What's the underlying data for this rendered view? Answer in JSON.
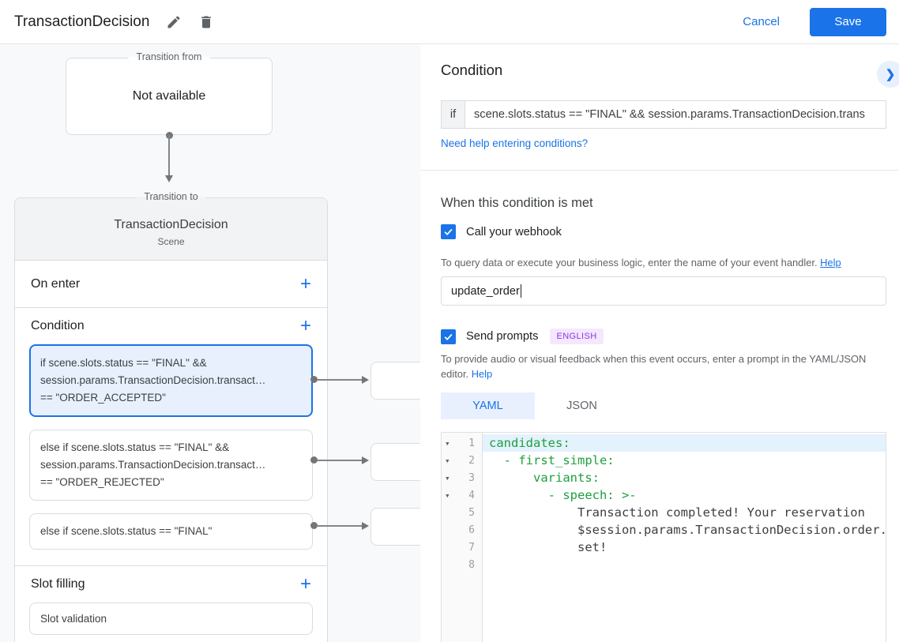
{
  "app": {
    "title": "TransactionDecision",
    "cancel": "Cancel",
    "save": "Save"
  },
  "icons": {
    "add": "+",
    "chevron_right": "❯",
    "fold": "▾"
  },
  "diagram": {
    "transition_from": {
      "legend": "Transition from",
      "content": "Not available"
    },
    "scene": {
      "legend": "Transition to",
      "title": "TransactionDecision",
      "subtitle": "Scene",
      "on_enter_label": "On enter",
      "condition_label": "Condition",
      "conditions": [
        {
          "lines": [
            "if scene.slots.status == \"FINAL\" &&",
            "session.params.TransactionDecision.transact…",
            "== \"ORDER_ACCEPTED\""
          ]
        },
        {
          "lines": [
            "else if scene.slots.status == \"FINAL\" &&",
            "session.params.TransactionDecision.transact…",
            "== \"ORDER_REJECTED\""
          ]
        },
        {
          "lines": [
            "else if scene.slots.status == \"FINAL\""
          ]
        }
      ],
      "slot_filling_label": "Slot filling",
      "slot_item": "Slot validation"
    }
  },
  "panel": {
    "condition_heading": "Condition",
    "if_label": "if",
    "condition_expression": "scene.slots.status == \"FINAL\" && session.params.TransactionDecision.trans",
    "conditions_help": "Need help entering conditions?",
    "when_met_heading": "When this condition is met",
    "webhook": {
      "label": "Call your webhook",
      "checked": true,
      "helper": "To query data or execute your business logic, enter the name of your event handler. ",
      "helper_link": "Help",
      "value": "update_order"
    },
    "prompts": {
      "label": "Send prompts",
      "checked": true,
      "language_badge": "ENGLISH",
      "helper": "To provide audio or visual feedback when this event occurs, enter a prompt in the YAML/JSON editor. ",
      "helper_link": "Help"
    },
    "tabs": {
      "yaml": "YAML",
      "json": "JSON",
      "active": "YAML"
    },
    "editor": {
      "lines": [
        {
          "num": "1",
          "text": "candidates:"
        },
        {
          "num": "2",
          "text": "  - first_simple:"
        },
        {
          "num": "3",
          "text": "      variants:"
        },
        {
          "num": "4",
          "text": "        - speech: >-"
        },
        {
          "num": "5",
          "text": "            Transaction completed! Your reservation"
        },
        {
          "num": "6",
          "text": "            $session.params.TransactionDecision.order.m"
        },
        {
          "num": "7",
          "text": "            set!"
        },
        {
          "num": "8",
          "text": ""
        }
      ]
    }
  },
  "colors": {
    "accent_blue": "#1a73e8",
    "selected_card_bg": "#e8f0fe",
    "yaml_key_green": "#1ea03c",
    "active_line_bg": "#e3f2fd",
    "badge_bg": "#f3e8fd",
    "badge_text": "#9334e6",
    "canvas_bg": "#f8f9fa"
  }
}
